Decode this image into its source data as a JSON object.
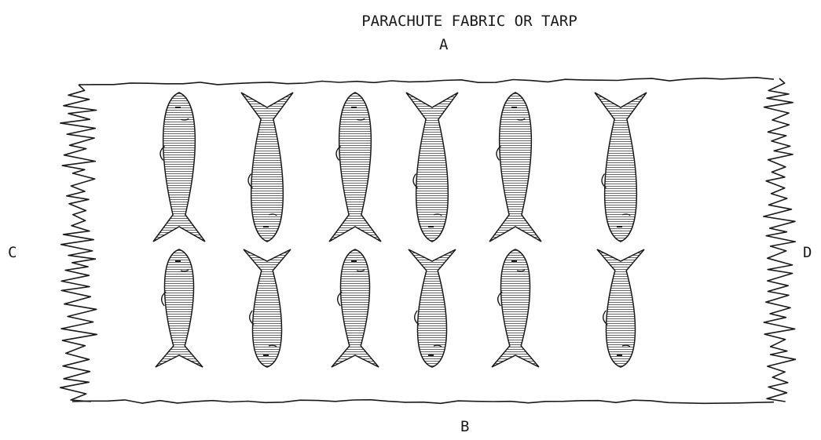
{
  "title": "PARACHUTE FABRIC OR TARP",
  "side_labels": {
    "top": "A",
    "bottom": "B",
    "left": "C",
    "right": "D"
  },
  "colors": {
    "ink": "#1a1a1a",
    "paper": "#ffffff"
  },
  "fish": {
    "rows": [
      [
        "head-up",
        "tail-up",
        "head-up",
        "tail-up",
        "head-up",
        "tail-up"
      ],
      [
        "head-up",
        "tail-up",
        "head-up",
        "tail-up",
        "head-up",
        "tail-up"
      ]
    ]
  }
}
